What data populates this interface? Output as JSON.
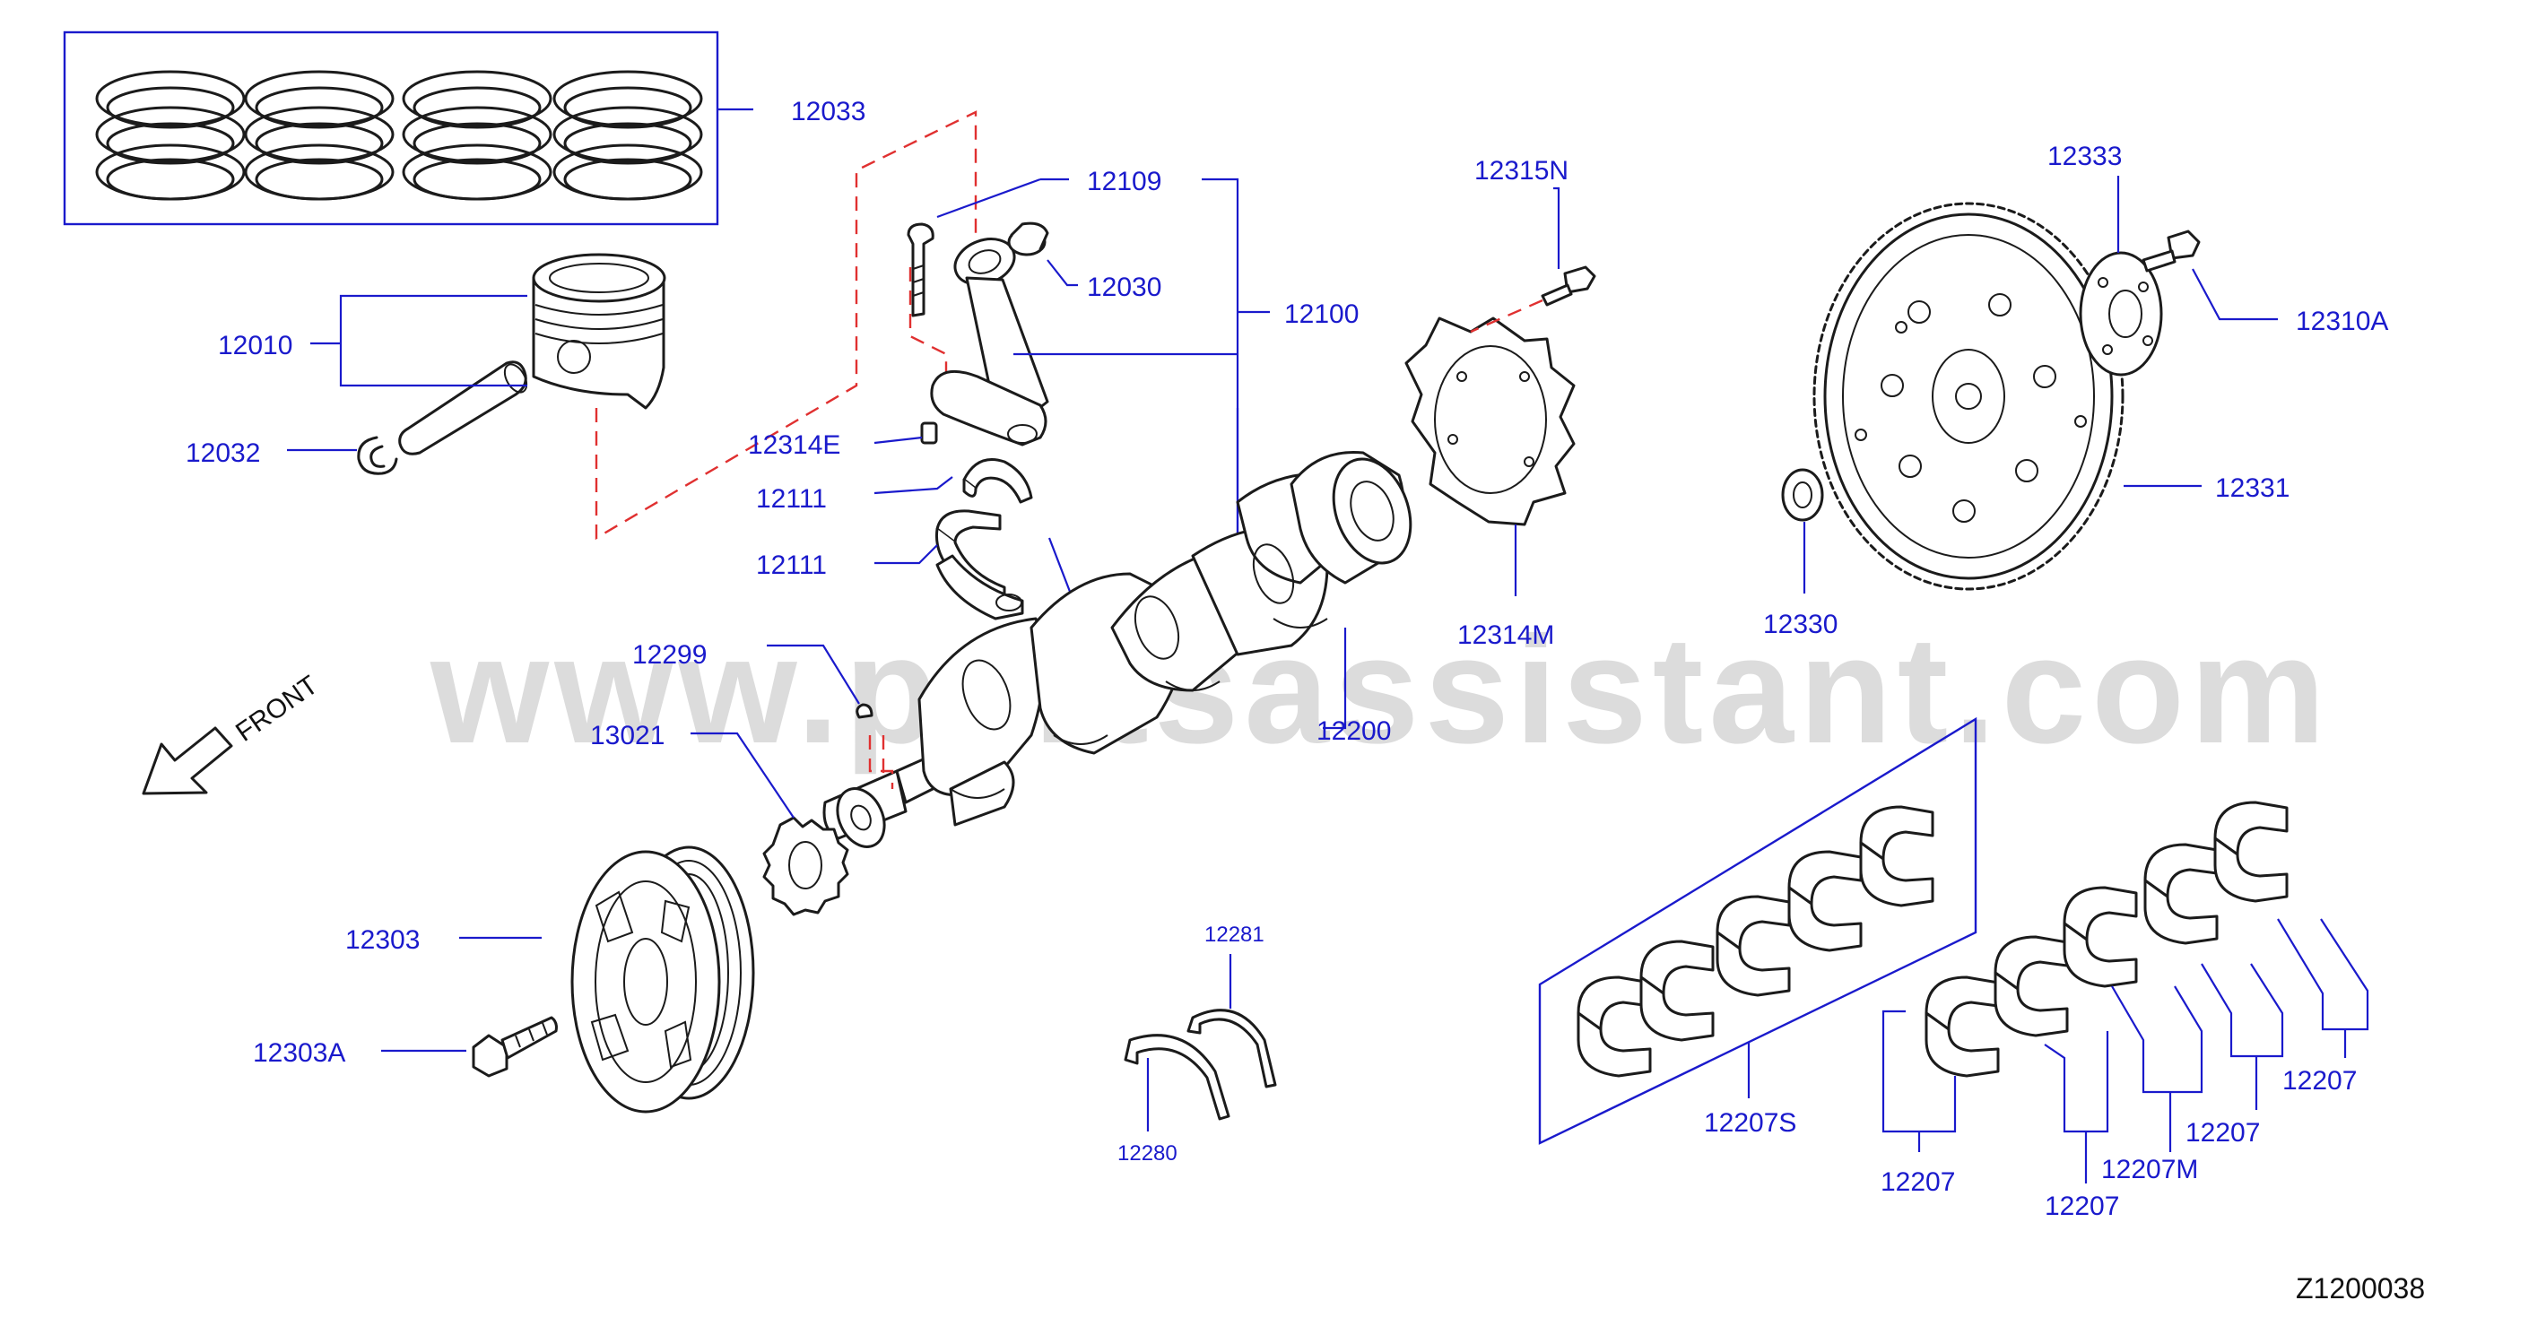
{
  "watermark": "www.partsassistant.com",
  "diagram_code": "Z1200038",
  "front_label": "FRONT",
  "labels": {
    "p12033": "12033",
    "p12010": "12010",
    "p12032": "12032",
    "p12109": "12109",
    "p12030": "12030",
    "p12100": "12100",
    "p12314E": "12314E",
    "p12111a": "12111",
    "p12111b": "12111",
    "p12299": "12299",
    "p13021": "13021",
    "p12200": "12200",
    "p12315N": "12315N",
    "p12314M": "12314M",
    "p12333": "12333",
    "p12310A": "12310A",
    "p12331": "12331",
    "p12330": "12330",
    "p12303": "12303",
    "p12303A": "12303A",
    "p12281": "12281",
    "p12280": "12280",
    "p12207S": "12207S",
    "p12207a": "12207",
    "p12207b": "12207",
    "p12207M": "12207M",
    "p12207c": "12207",
    "p12207d": "12207"
  },
  "colors": {
    "label": "#1a1acc",
    "line_art": "#1b1b1b",
    "dashed_leader": "#e03030",
    "watermark": "#dcdcdc",
    "background": "#ffffff"
  }
}
